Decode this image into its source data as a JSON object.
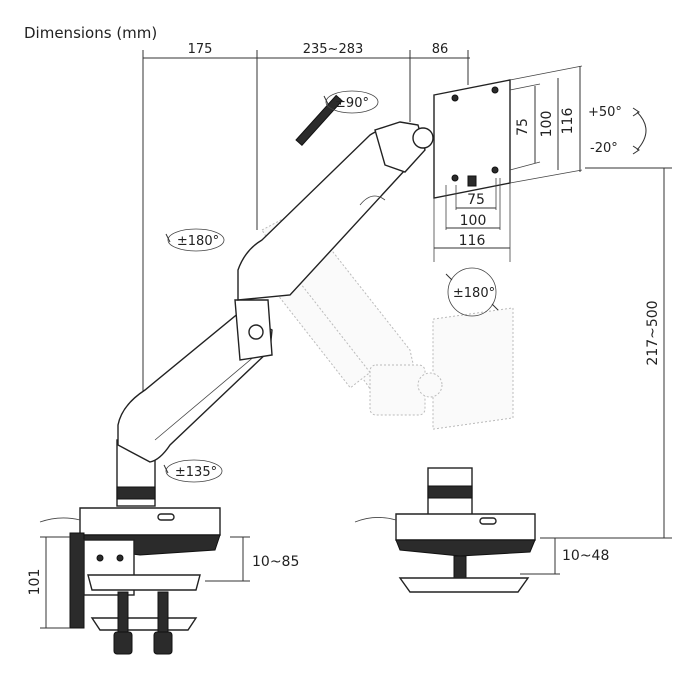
{
  "title": "Dimensions (mm)",
  "top_dims": {
    "base_to_joint": "175",
    "arm_reach": "235~283",
    "head_depth": "86"
  },
  "vesa": {
    "h_inner": "75",
    "h_mid": "100",
    "h_outer": "116",
    "v_inner": "75",
    "v_mid": "100",
    "v_outer": "116"
  },
  "rotations": {
    "swivel": "±90°",
    "tilt_up": "+50°",
    "tilt_down": "-20°",
    "head_rotation": "±180°",
    "arm_rotation": "±180°",
    "base_rotation": "±135°"
  },
  "height_range": "217~500",
  "clamp": {
    "height": "101",
    "desk_thickness": "10~85"
  },
  "grommet": {
    "desk_thickness": "10~48"
  }
}
